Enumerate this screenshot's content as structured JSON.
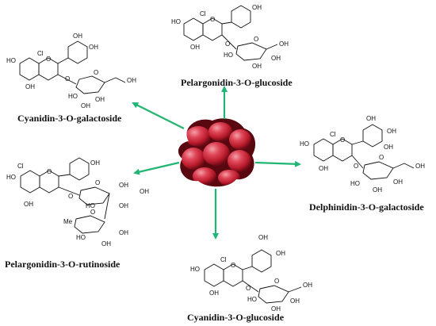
{
  "colors": {
    "arrow": "#22b573",
    "berry_dark": "#7a0d18",
    "berry_mid": "#b81a2b",
    "berry_light": "#e0485a",
    "ink": "#111111"
  },
  "labels": {
    "cl": "Cl",
    "oh": "OH",
    "ho": "HO",
    "o": "O",
    "me": "Me"
  },
  "compounds": [
    {
      "id": "cy3gal",
      "name": "Cyanidin-3-O-galactoside"
    },
    {
      "id": "pg3glc",
      "name": "Pelargonidin-3-O-glucoside"
    },
    {
      "id": "dp3gal",
      "name": "Delphinidin-3-O-galactoside"
    },
    {
      "id": "pg3rut",
      "name": "Pelargonidin-3-O-rutinoside"
    },
    {
      "id": "cy3glc",
      "name": "Cyanidin-3-O-glucoside"
    }
  ],
  "center_image": "cranberry-cluster"
}
